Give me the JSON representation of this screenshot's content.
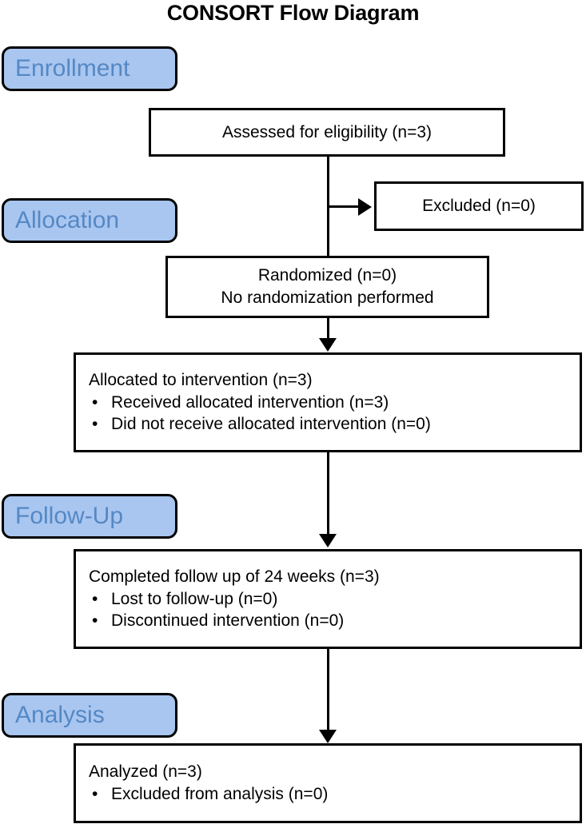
{
  "diagram": {
    "title": "CONSORT Flow Diagram",
    "type": "flowchart",
    "accent_fill": "#A9C6F0",
    "accent_text": "#5588C4",
    "line_color": "#000000",
    "background": "#ffffff"
  },
  "stages": [
    {
      "label": "Enrollment"
    },
    {
      "label": "Allocation"
    },
    {
      "label": "Follow-Up"
    },
    {
      "label": "Analysis"
    }
  ],
  "nodes": {
    "assessed": {
      "line1": "Assessed for eligibility (n=3)"
    },
    "excluded": {
      "line1": "Excluded  (n=0)"
    },
    "randomized": {
      "line1": "Randomized (n=0)",
      "line2": "No randomization performed"
    },
    "allocated": {
      "heading": "Allocated to intervention (n=3)",
      "bullets": [
        "Received allocated intervention (n=3)",
        "Did not receive allocated intervention (n=0)"
      ],
      "bullet_glyph": "•"
    },
    "followup": {
      "heading": "Completed follow up of 24 weeks (n=3)",
      "bullets": [
        "Lost to follow-up (n=0)",
        "Discontinued intervention (n=0)"
      ],
      "bullet_glyph": "•"
    },
    "analyzed": {
      "heading": "Analyzed  (n=3)",
      "bullets": [
        "Excluded from analysis (n=0)"
      ],
      "bullet_glyph": "•"
    }
  }
}
